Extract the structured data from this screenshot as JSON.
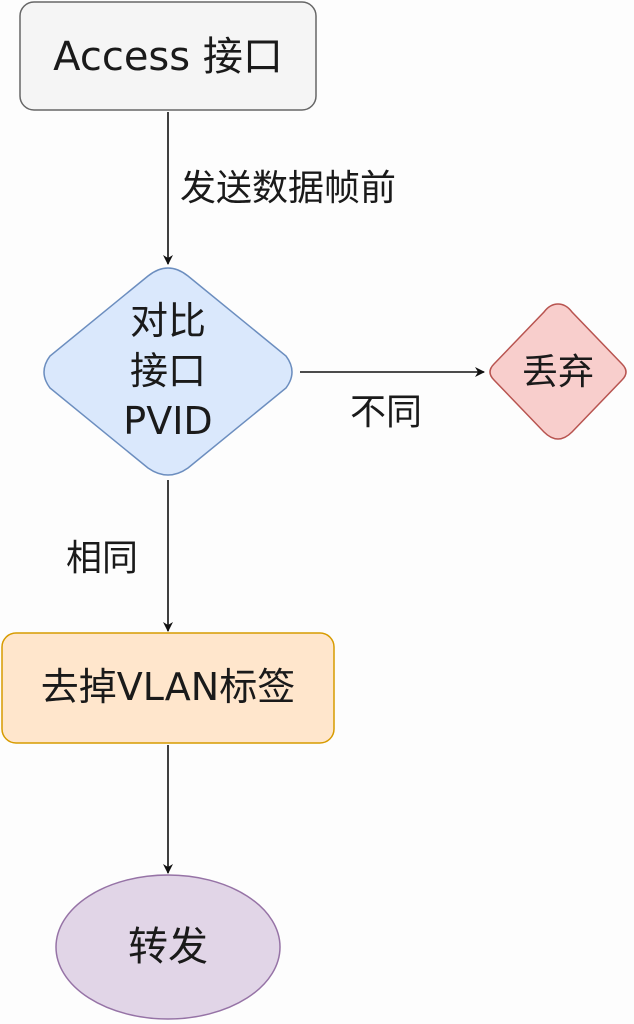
{
  "nodes": {
    "start": {
      "label": "Access 接口",
      "fill": "#f5f5f5",
      "stroke": "#666666"
    },
    "compare": {
      "lines": [
        "对比",
        "接口",
        "PVID"
      ],
      "fill": "#dae8fc",
      "stroke": "#6c8ebf"
    },
    "discard": {
      "label": "丢弃",
      "fill": "#f8cecc",
      "stroke": "#b85450"
    },
    "strip": {
      "label": "去掉VLAN标签",
      "fill": "#ffe6cc",
      "stroke": "#d79b00"
    },
    "forward": {
      "label": "转发",
      "fill": "#e1d5e7",
      "stroke": "#9673a6"
    }
  },
  "edges": {
    "before_send": "发送数据帧前",
    "different": "不同",
    "same": "相同"
  }
}
